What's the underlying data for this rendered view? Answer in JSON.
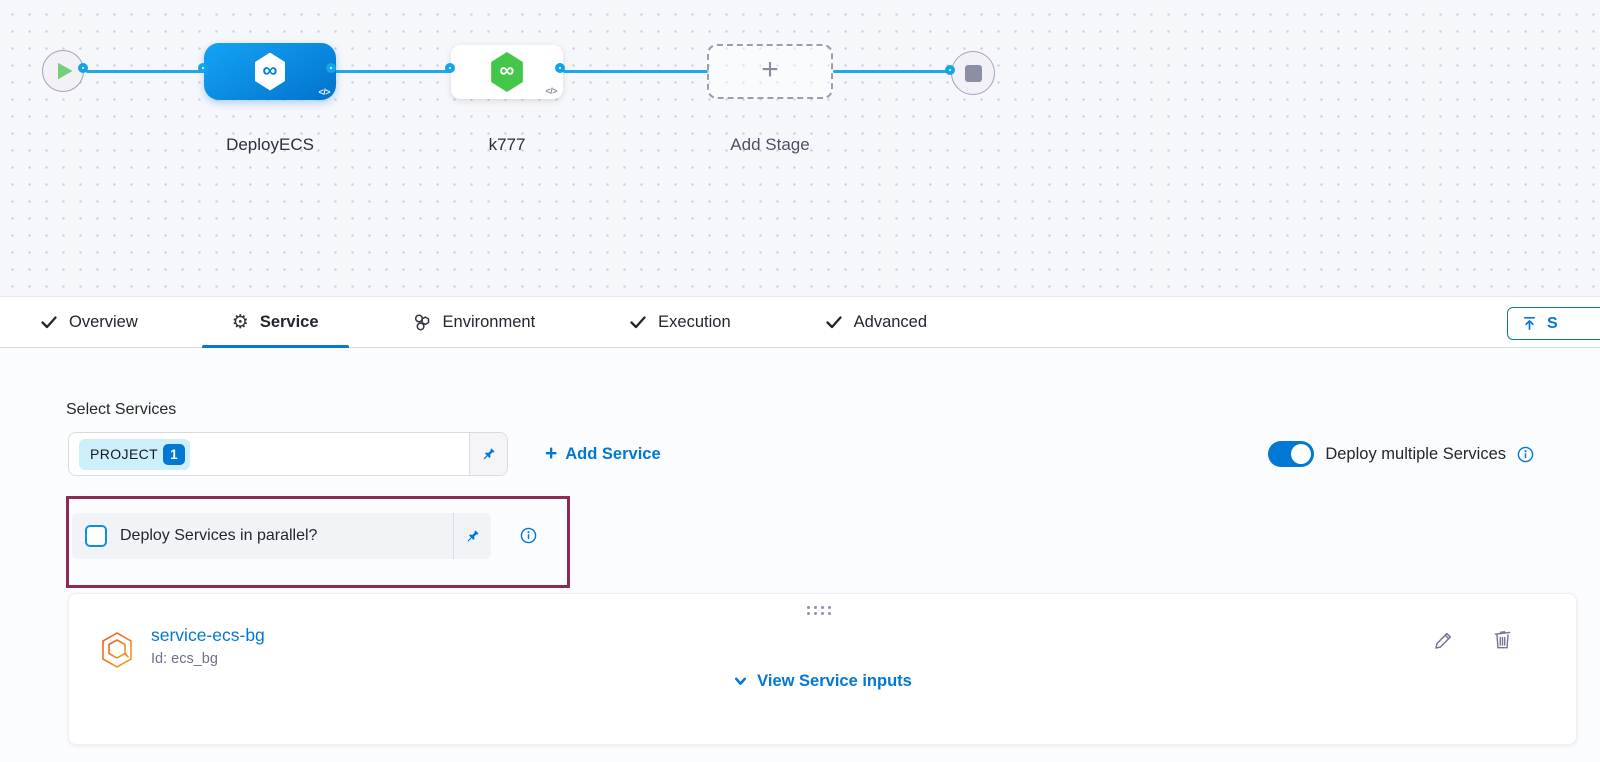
{
  "pipeline": {
    "stage1_label": "DeployECS",
    "stage2_label": "k777",
    "add_stage_label": "Add Stage",
    "code_badge": "</>"
  },
  "tabs": [
    {
      "label": "Overview",
      "icon": "check"
    },
    {
      "label": "Service",
      "icon": "gear",
      "active": true
    },
    {
      "label": "Environment",
      "icon": "cluster"
    },
    {
      "label": "Execution",
      "icon": "check"
    },
    {
      "label": "Advanced",
      "icon": "check"
    }
  ],
  "toolbar": {
    "save_partial_label": "S"
  },
  "services": {
    "section_label": "Select Services",
    "chip_label": "PROJECT",
    "chip_count": "1",
    "add_service_label": "Add Service",
    "deploy_multiple_label": "Deploy multiple Services",
    "parallel_label": "Deploy Services in parallel?",
    "card": {
      "name": "service-ecs-bg",
      "id": "Id: ecs_bg",
      "view_inputs": "View Service inputs"
    }
  },
  "icons": {
    "infinity": "∞",
    "plus": "+",
    "gear": "⚙"
  },
  "colors": {
    "accent_blue": "#0278d5",
    "edge_blue": "#1fa8e8",
    "highlight_maroon": "#8d2b57",
    "harness_green": "#43c64a",
    "service_orange": "#ef7a1e"
  }
}
